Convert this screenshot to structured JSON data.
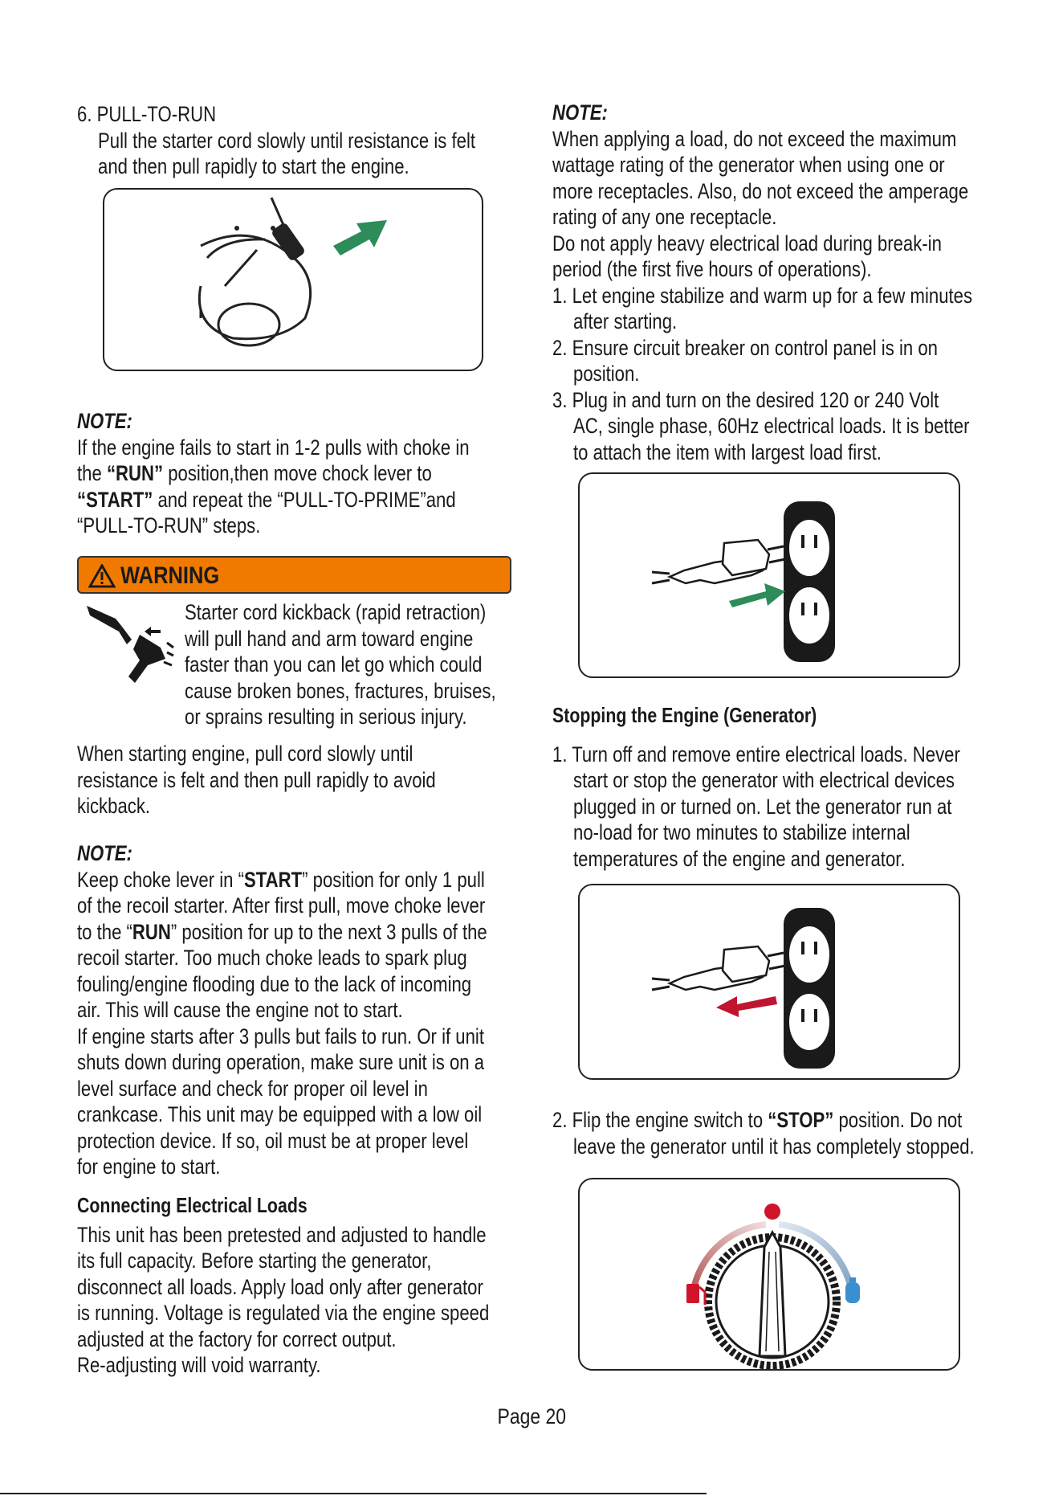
{
  "left": {
    "step6_title": "6. PULL-TO-RUN",
    "step6_lines": [
      "Pull the starter cord slowly until resistance is felt",
      "and then pull rapidly to start the engine."
    ],
    "note1_label": "NOTE:",
    "note1_l1": "If the engine fails to start in 1-2 pulls with choke in",
    "note1_l2a": "the ",
    "note1_l2b": "“RUN”",
    "note1_l2c": " position,then move chock lever to",
    "note1_l3a": "“START”",
    "note1_l3b": " and repeat the “PULL-TO-PRIME”and",
    "note1_l4": "“PULL-TO-RUN” steps.",
    "warning_label": "WARNING",
    "warning_lines": [
      "Starter cord kickback (rapid retraction)",
      "will pull hand and arm toward engine",
      "faster than you can let go which could",
      "cause broken bones, fractures, bruises,",
      "or sprains resulting in serious injury."
    ],
    "kick_lines": [
      "When starting engine, pull cord slowly until",
      "resistance is felt and then pull rapidly to avoid",
      "kickback."
    ],
    "note2_label": "NOTE:",
    "note2_l1a": "Keep choke lever in “",
    "note2_l1b": "START",
    "note2_l1c": "” position for only 1 pull",
    "note2_l2": "of the recoil starter. After first pull, move choke lever",
    "note2_l3a": "to the “",
    "note2_l3b": "RUN",
    "note2_l3c": "” position for up to the next 3 pulls of the",
    "note2_rest": [
      "recoil starter. Too much choke leads to spark plug",
      "fouling/engine flooding due to the lack of incoming",
      "air. This will cause the engine not to start.",
      "If engine starts after 3 pulls but fails to run. Or if unit",
      "shuts down during operation, make sure unit is on a",
      "level surface and check for proper oil level in",
      "crankcase. This unit may be equipped with a low oil",
      "protection device. If so, oil must be at proper level",
      "for engine to start."
    ],
    "connect_heading": "Connecting Electrical Loads",
    "connect_lines": [
      "This unit has been pretested and adjusted to handle",
      "its full capacity. Before starting the generator,",
      "disconnect all loads. Apply load only after generator",
      "is running. Voltage is regulated via the engine speed",
      "adjusted at the factory for correct output.",
      "Re-adjusting will void warranty."
    ]
  },
  "right": {
    "note_label": "NOTE:",
    "note_lines": [
      "When applying a load, do not exceed the maximum",
      "wattage rating of the generator when using one or",
      "more receptacles. Also, do not exceed the amperage",
      "rating of any one receptacle.",
      "Do not apply heavy electrical load during break-in",
      "period (the first five hours of operations)."
    ],
    "items": [
      [
        "1. Let engine stabilize and warm up for a few minutes",
        "after starting."
      ],
      [
        "2. Ensure circuit breaker on control panel is in on",
        "position."
      ],
      [
        "3. Plug in and turn on the desired 120 or 240 Volt",
        "AC, single phase, 60Hz electrical loads. It is better",
        "to attach the item with largest load first."
      ]
    ],
    "stop_heading": "Stopping the Engine (Generator)",
    "stop1": [
      "1. Turn off and remove entire electrical loads. Never",
      "start or stop the generator with electrical devices",
      "plugged in or turned on. Let the generator run at",
      "no-load for two minutes to stabilize internal",
      "temperatures of the engine and generator."
    ],
    "stop2_l1a": "2. Flip the engine switch to ",
    "stop2_l1b": "“STOP”",
    "stop2_l1c": " position. Do not",
    "stop2_l2": "leave the generator until it has completely stopped."
  },
  "page": "Page 20",
  "colors": {
    "warning_bar": "#f07a00",
    "arrow_green": "#2e8b5a",
    "arrow_red": "#c0152f",
    "knob_red": "#d0142c",
    "knob_blue": "#3a8fd0"
  }
}
